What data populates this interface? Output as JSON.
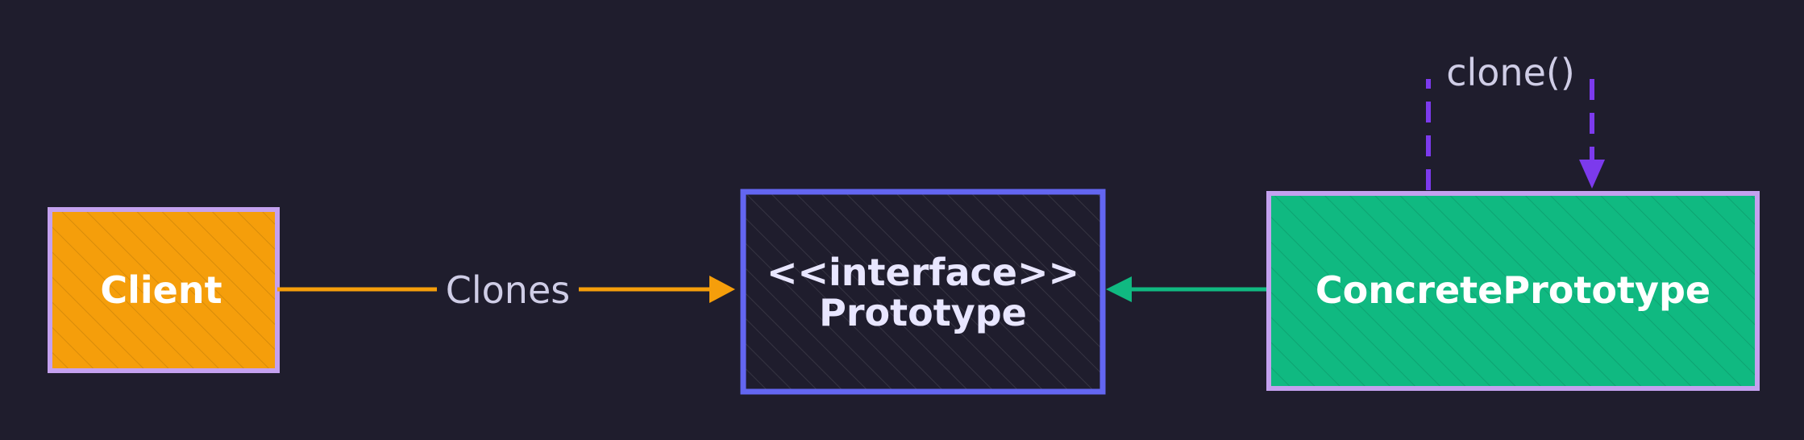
{
  "diagram": {
    "nodes": {
      "client": {
        "label": "Client",
        "fill": "#f59e0b",
        "stroke": "#c4a1ef"
      },
      "prototype": {
        "line1": "<<interface>>",
        "line2": "Prototype",
        "fill": "#1f1d2d",
        "stroke": "#6366f1"
      },
      "concrete": {
        "label": "ConcretePrototype",
        "fill": "#10b981",
        "stroke": "#c4a1ef"
      }
    },
    "edges": {
      "clones": {
        "label": "Clones",
        "color": "#f59e0b"
      },
      "implements": {
        "color": "#10b981"
      },
      "clone_self": {
        "label": "clone()",
        "color": "#7c3aed"
      }
    }
  }
}
